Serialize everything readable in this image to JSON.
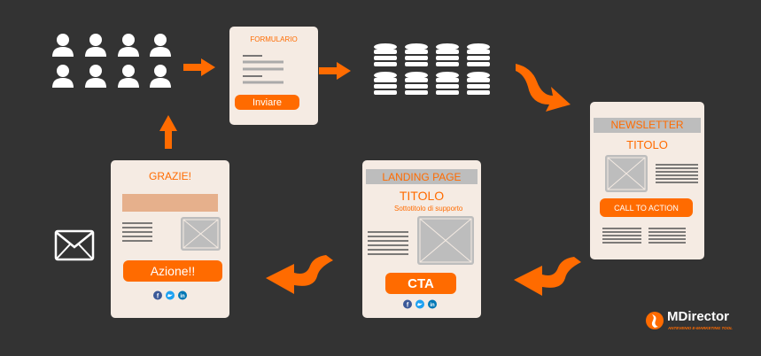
{
  "form": {
    "title": "FORMULARIO",
    "button": "Inviare"
  },
  "newsletter": {
    "header": "NEWSLETTER",
    "title": "TITOLO",
    "cta": "CALL TO ACTION"
  },
  "landing": {
    "header": "LANDING PAGE",
    "title": "TITOLO",
    "subtitle": "Sottotitolo di supporto",
    "cta": "CTA"
  },
  "thanks": {
    "title": "GRAZIE!",
    "button": "Azione!!"
  },
  "brand": {
    "name": "MDirector",
    "tagline": "ANTEVENIO E-MARKETING TOOL"
  },
  "colors": {
    "background": "#333333",
    "accent": "#ff6b00",
    "card": "#f5ebe3",
    "band": "#bdbdbd"
  },
  "icons": [
    "user-icon",
    "database-icon",
    "arrow-right-icon",
    "curved-arrow-icon",
    "envelope-icon",
    "image-placeholder-icon",
    "facebook-icon",
    "twitter-icon",
    "linkedin-icon"
  ]
}
